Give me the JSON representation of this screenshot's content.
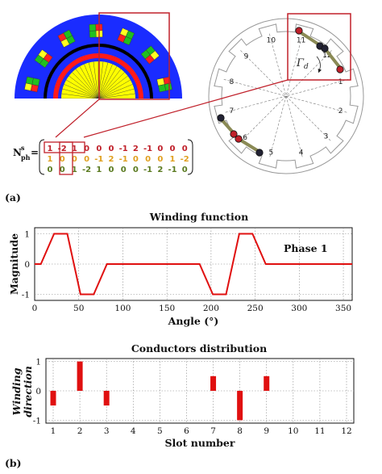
{
  "panel_labels": {
    "a": "(a)",
    "b": "(b)"
  },
  "matrix": {
    "label_main": "N",
    "label_sup": "s",
    "label_sub": "ph",
    "label_eq": "=",
    "rows": [
      {
        "values": [
          "1",
          "-2",
          "1",
          "0",
          "0",
          "0",
          "-1",
          "2",
          "-1",
          "0",
          "0",
          "0"
        ],
        "color": "#c0202a"
      },
      {
        "values": [
          "1",
          "0",
          "0",
          "0",
          "-1",
          "2",
          "-1",
          "0",
          "0",
          "0",
          "1",
          "-2"
        ],
        "color": "#e0a020"
      },
      {
        "values": [
          "0",
          "0",
          "1",
          "-2",
          "1",
          "0",
          "0",
          "0",
          "-1",
          "2",
          "-1",
          "0"
        ],
        "color": "#5a7a20"
      }
    ]
  },
  "stator": {
    "slot_labels": [
      "1",
      "2",
      "3",
      "4",
      "5",
      "6",
      "7",
      "8",
      "9",
      "10",
      "11",
      "12"
    ],
    "gamma_label": "Γ",
    "gamma_sub": "d"
  },
  "chart_data": [
    {
      "type": "line",
      "title": "Winding function",
      "xlabel": "Angle (°)",
      "ylabel": "Magnitude",
      "annotation": "Phase 1",
      "xlim": [
        0,
        360
      ],
      "ylim": [
        -1.2,
        1.2
      ],
      "x_ticks": [
        "0",
        "50",
        "100",
        "150",
        "200",
        "250",
        "300",
        "350"
      ],
      "y_ticks": [
        "1",
        "0",
        "-1"
      ],
      "grid": true,
      "color": "#e01010",
      "x": [
        0,
        7,
        22,
        37,
        52,
        67,
        82,
        187,
        202,
        217,
        232,
        247,
        262,
        360
      ],
      "y": [
        0,
        0,
        1,
        1,
        -1,
        -1,
        0,
        0,
        -1,
        -1,
        1,
        1,
        0,
        0
      ]
    },
    {
      "type": "bar",
      "title": "Conductors distribution",
      "xlabel": "Slot number",
      "ylabel": "Winding direction",
      "ylabel_lines": [
        "Winding",
        "direction"
      ],
      "categories": [
        "1",
        "2",
        "3",
        "4",
        "5",
        "6",
        "7",
        "8",
        "9",
        "10",
        "11",
        "12"
      ],
      "values": [
        -0.5,
        1,
        -0.5,
        0,
        0,
        0,
        0.5,
        -1,
        0.5,
        0,
        0,
        0
      ],
      "ylim": [
        -1.1,
        1.1
      ],
      "y_ticks": [
        "1",
        "0",
        "-1"
      ],
      "grid": true,
      "color": "#e01010"
    }
  ]
}
